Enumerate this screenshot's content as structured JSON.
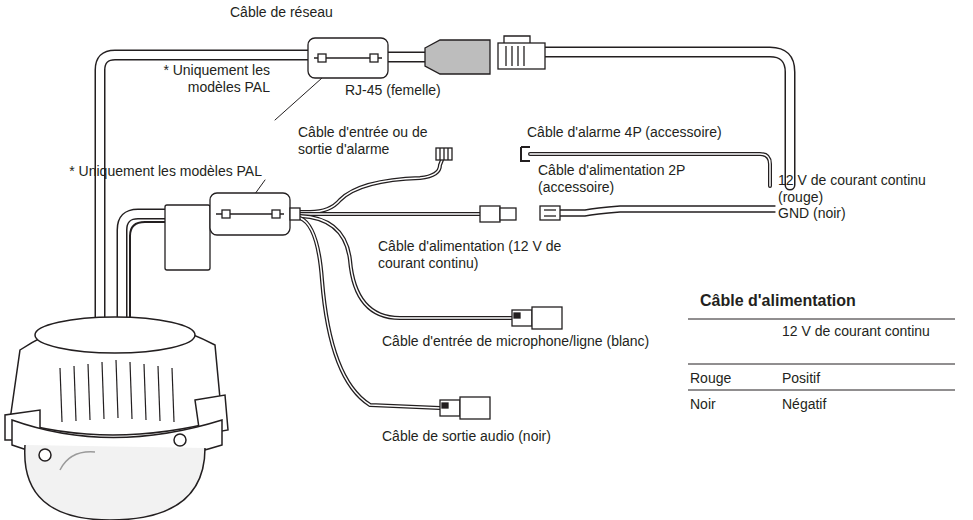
{
  "diagram": {
    "labels": [
      "Câble de réseau",
      "* Uniquement les modèles PAL",
      "RJ-45 (femelle)",
      "Câble d'entrée ou de sortie d'alarme",
      "Câble d'alarme 4P (accessoire)",
      "* Uniquement les modèles PAL",
      "Câble d'alimentation 2P (accessoire)",
      "12 V de courant continu (rouge)",
      "GND (noir)",
      "Câble d'alimentation (12 V de courant continu)",
      "Câble d'entrée de microphone/ligne (blanc)",
      "Câble de sortie audio (noir)",
      "Câble d'alimentation",
      "12 V de courant continu",
      "Rouge",
      "Positif",
      "Noir",
      "Négatif"
    ]
  }
}
